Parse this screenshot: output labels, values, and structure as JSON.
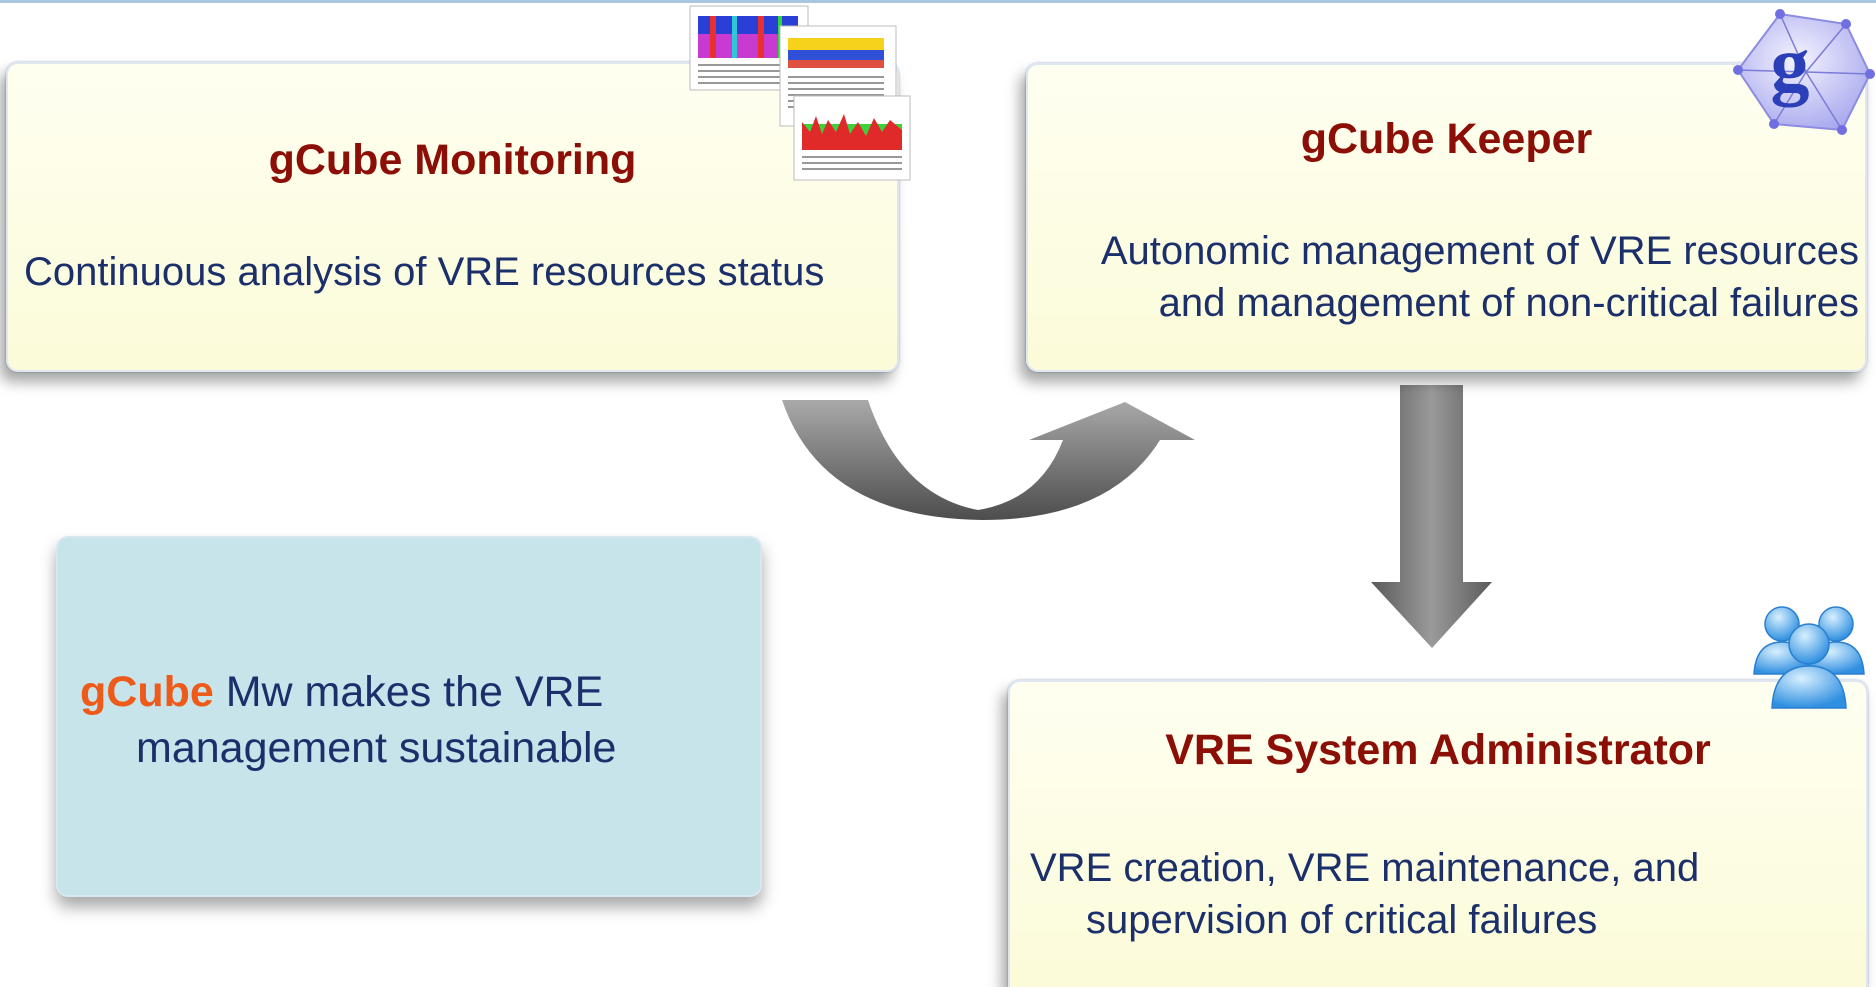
{
  "monitoring": {
    "title": "gCube Monitoring",
    "description": "Continuous analysis of VRE resources status"
  },
  "keeper": {
    "title": "gCube Keeper",
    "description_line1": "Autonomic management of VRE resources",
    "description_line2": "and management of non-critical failures"
  },
  "admin": {
    "title": "VRE System Administrator",
    "description_line1": "VRE creation, VRE maintenance, and",
    "description_line2": "supervision of critical failures"
  },
  "note": {
    "brand": "gCube",
    "text_line1": " Mw makes the VRE",
    "text_line2": "management sustainable"
  },
  "icons": {
    "monitoring": "monitoring-graphs-icon",
    "keeper": "gcube-logo-icon",
    "admin": "users-group-icon"
  },
  "colors": {
    "title": "#8b0f06",
    "body_text": "#1b2f6b",
    "brand": "#ee5a1a",
    "card_bg": "#fbfbd9",
    "note_bg": "#c7e4ea",
    "arrow": "#6f6f6f"
  }
}
